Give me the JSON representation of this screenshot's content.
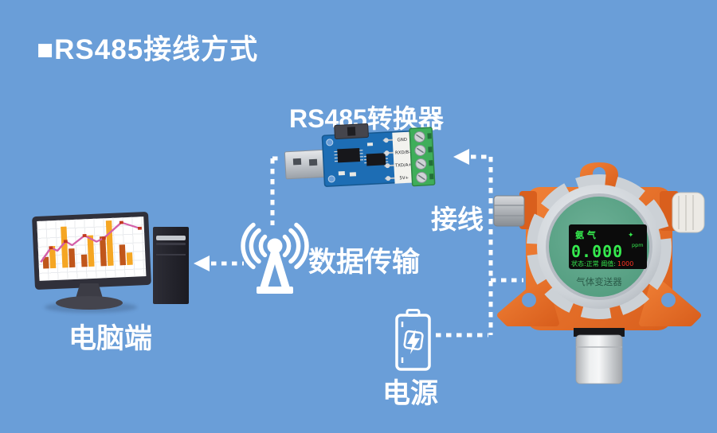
{
  "title": "■RS485接线方式",
  "converter": {
    "label": "RS485转换器",
    "pins": [
      "GND",
      "RXD/B-",
      "TXD/A+",
      "5V+"
    ]
  },
  "computer": {
    "label": "电脑端",
    "screen_chart": {
      "type": "bar+line",
      "bars": [
        {
          "x": 4,
          "h": 14,
          "tone": "dark"
        },
        {
          "x": 10.5,
          "h": 27,
          "tone": "bright"
        },
        {
          "x": 22,
          "h": 50,
          "tone": "bright"
        },
        {
          "x": 28.5,
          "h": 23,
          "tone": "dark"
        },
        {
          "x": 40,
          "h": 15,
          "tone": "dark"
        },
        {
          "x": 46.5,
          "h": 38,
          "tone": "bright"
        },
        {
          "x": 58,
          "h": 36,
          "tone": "dark"
        },
        {
          "x": 64.5,
          "h": 55,
          "tone": "bright"
        },
        {
          "x": 76,
          "h": 25,
          "tone": "dark"
        },
        {
          "x": 82.5,
          "h": 15,
          "tone": "bright"
        }
      ],
      "line_points": [
        [
          2,
          50
        ],
        [
          12,
          33
        ],
        [
          18,
          37
        ],
        [
          26,
          26
        ],
        [
          32,
          31
        ],
        [
          44,
          20
        ],
        [
          55,
          28
        ],
        [
          62,
          24
        ],
        [
          79,
          6
        ],
        [
          96,
          14
        ]
      ],
      "marker_indices": [
        1,
        3,
        5,
        7,
        8,
        9
      ]
    }
  },
  "data_transfer": {
    "label": "数据传输"
  },
  "wiring": {
    "label": "接线"
  },
  "power": {
    "label": "电源"
  },
  "detector": {
    "display": {
      "gas_name": "氨  气",
      "gas_symbol": "✦",
      "value": "0.000",
      "unit": "ppm",
      "status_text": "状态:正常 阈值:",
      "threshold_value": "1000"
    },
    "device_name": "气体变送器"
  },
  "colors": {
    "background": "#6a9ed8",
    "line_white": "#ffffff",
    "pcb_blue": "#1d6db4",
    "terminal_green": "#3fae5a",
    "detector_orange": "#e66a26",
    "face_green": "#58a287",
    "lcd_green": "#35e94e",
    "lcd_red": "#ff3322",
    "bar_bright": "#f5a623",
    "bar_dark": "#c0561b",
    "chart_line": "#d45fa8",
    "chart_marker": "#c2381f"
  }
}
